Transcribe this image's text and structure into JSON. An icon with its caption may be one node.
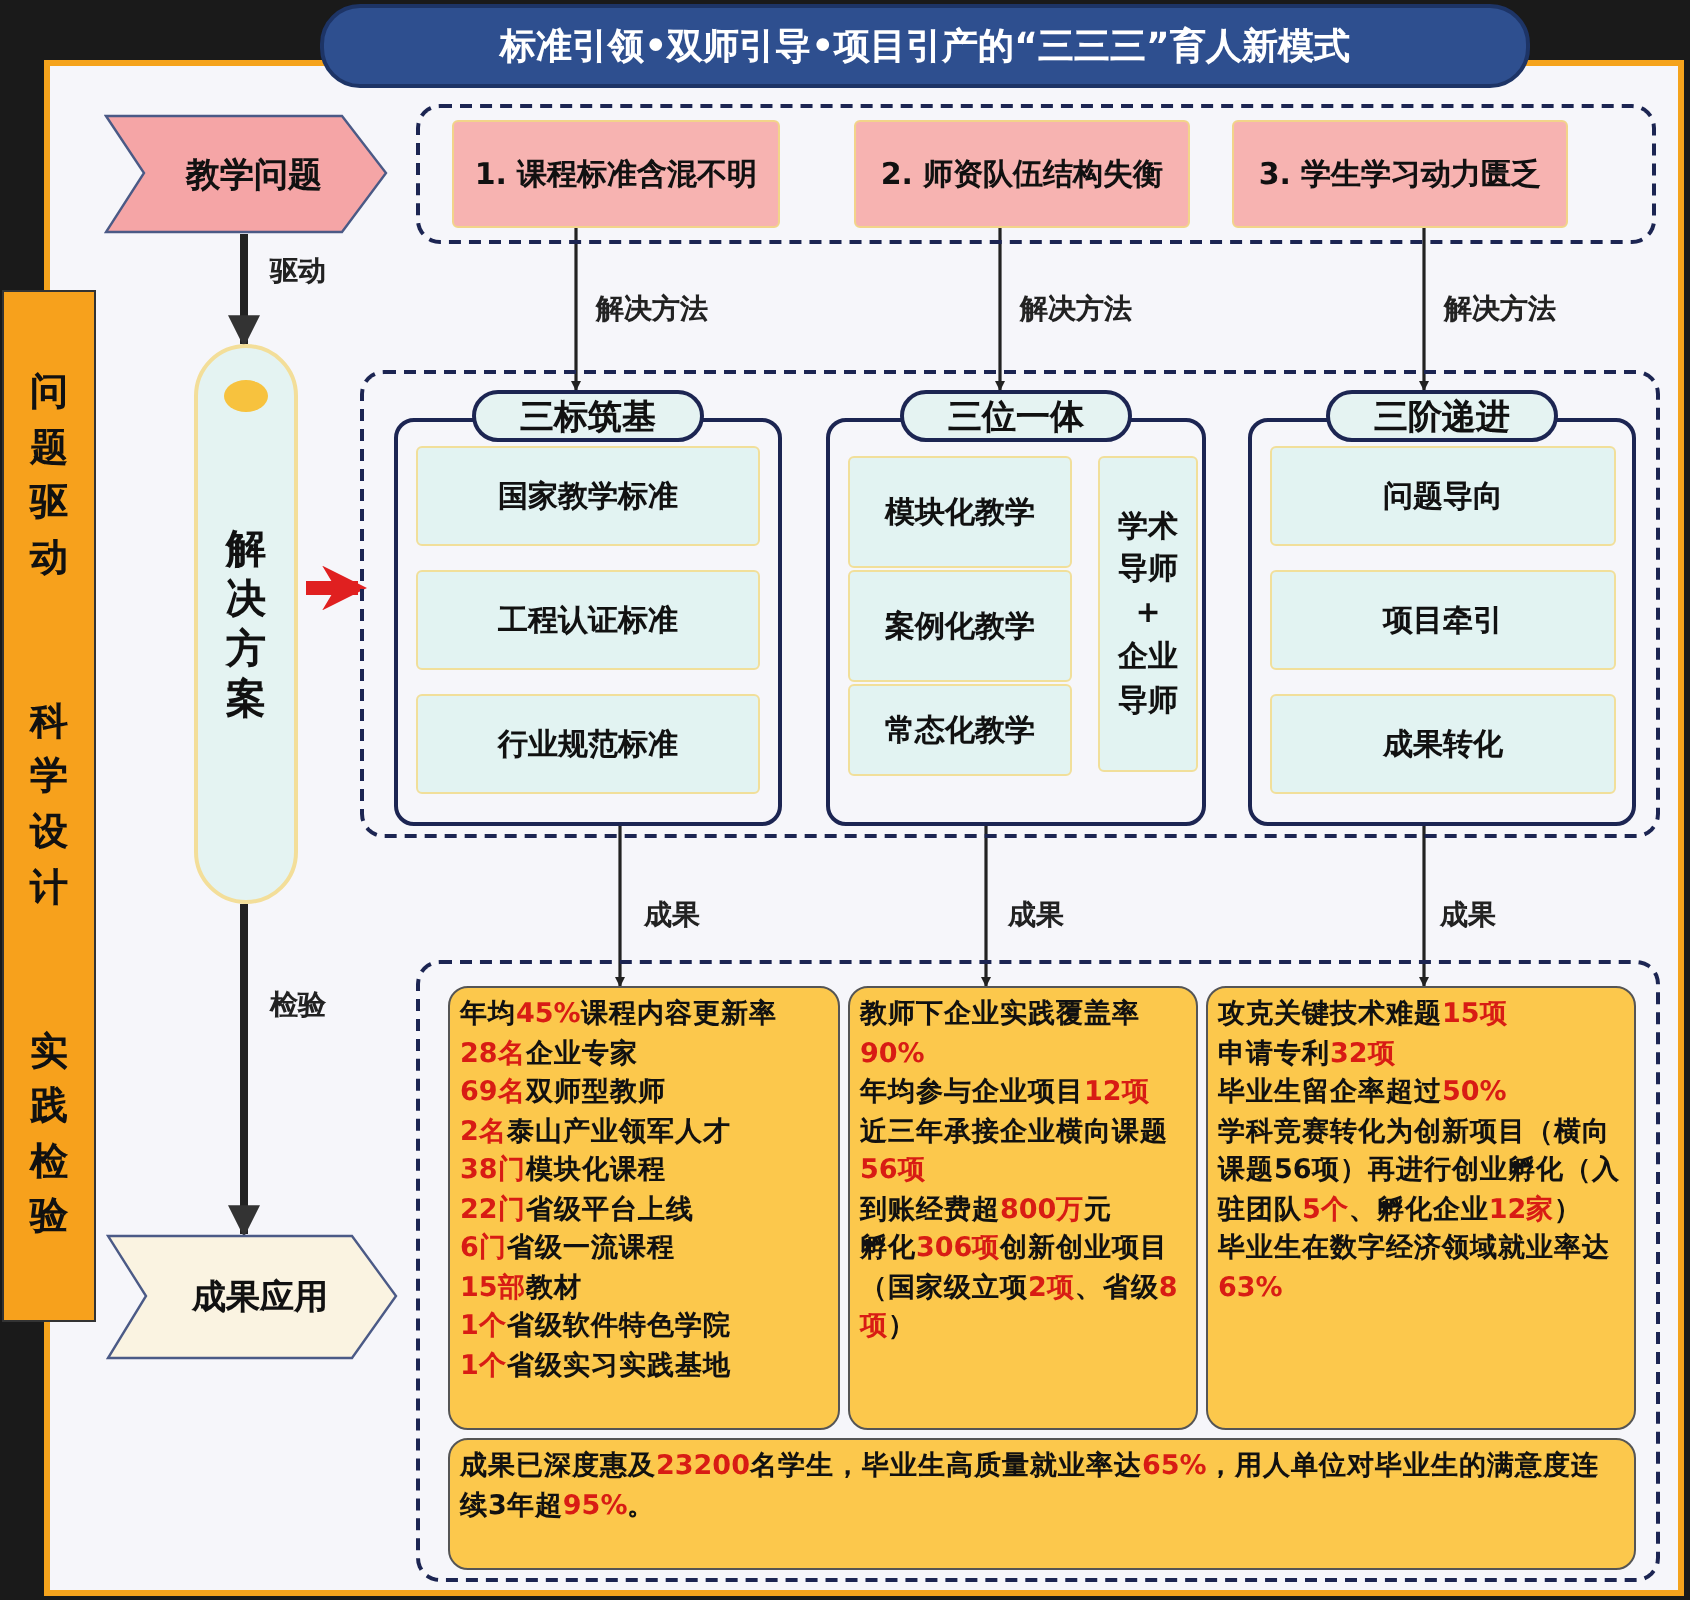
{
  "diagram": {
    "title": "标准引领•双师引导•项目引产的“三三三”育人新模式",
    "nodes": [
      {
        "text": [
          "教学问题"
        ]
      },
      {
        "text": [],
        "shape": "box"
      },
      {
        "text": [
          "1. 课程标准含混不明"
        ],
        "in": 1
      },
      {
        "text": [
          "2. 师资队伍结构失衡"
        ],
        "in": 1
      },
      {
        "text": [
          "3. 学生学习动力匮乏"
        ],
        "in": 1
      },
      {
        "text": [
          "解决方案"
        ]
      },
      {
        "text": [],
        "shape": "box"
      },
      {
        "text": [
          "三标筑基"
        ],
        "in": 6
      },
      {
        "text": [
          "国家教学标准"
        ],
        "in": 7
      },
      {
        "text": [
          "工程认证标准"
        ],
        "in": 7
      },
      {
        "text": [
          "行业规范标准"
        ],
        "in": 7
      },
      {
        "text": [
          "三位一体"
        ],
        "in": 6
      },
      {
        "text": [
          "模块化教学"
        ],
        "in": 11
      },
      {
        "text": [
          "案例化教学"
        ],
        "in": 11
      },
      {
        "text": [
          "常态化教学"
        ],
        "in": 11
      },
      {
        "text": [
          "学术导师",
          "+",
          "企业导师"
        ],
        "in": 11
      },
      {
        "text": [
          "三阶递进"
        ],
        "in": 6
      },
      {
        "text": [
          "问题导向"
        ],
        "in": 16
      },
      {
        "text": [
          "项目牵引"
        ],
        "in": 16
      },
      {
        "text": [
          "成果转化"
        ],
        "in": 16
      },
      {
        "text": [
          "成果应用"
        ]
      },
      {
        "text": [],
        "shape": "box"
      },
      {
        "text": [
          "年均**45%**课程内容更新率",
          "**28名**企业专家",
          "**69名**双师型教师",
          "**2名**泰山产业领军人才",
          "**38门**模块化课程",
          "**22门**省级平台上线",
          "**6门**省级一流课程",
          "**15部**教材",
          "**1个**省级软件特色学院",
          "**1个**省级实习实践基地"
        ],
        "in": 21
      },
      {
        "text": [
          "教师下企业实践覆盖率**90%**",
          "年均参与企业项目**12项**",
          "近三年承接企业横向课题**56项**",
          "到账经费超**800万**元",
          "孵化**306项**创新创业项目（国家级立项**2项**、省级**8项**）"
        ],
        "in": 21
      },
      {
        "text": [
          "攻克关键技术难题**15项**",
          "申请专利**32项**",
          "毕业生留企率超过**50%**",
          "学科竞赛转化为创新项目（横向课题56项）再进行创业孵化（入驻团队**5个**、孵化企业**12家**）",
          "毕业生在数字经济领域就业率达**63%**"
        ],
        "in": 21
      },
      {
        "text": [
          "成果已深度惠及**23200**名学生，毕业生高质量就业率达**65%**，用人单位对毕业生的满意度连续3年超**95%**。"
        ],
        "in": 21
      },
      {
        "text": [
          "问题驱动",
          "科学设计",
          "实践检验"
        ]
      }
    ],
    "edges": [
      {
        "from": 0,
        "to": 5,
        "arrow": "to",
        "label": "驱动",
        "style": "thick"
      },
      {
        "from": 5,
        "to": 20,
        "arrow": "to",
        "label": "检验",
        "style": "thick"
      },
      {
        "from": 5,
        "to": 6,
        "arrow": "to",
        "style": "thick",
        "color": "#e02020"
      },
      {
        "from": 2,
        "to": 7,
        "arrow": "to",
        "label": "解决方法"
      },
      {
        "from": 3,
        "to": 11,
        "arrow": "to",
        "label": "解决方法"
      },
      {
        "from": 4,
        "to": 16,
        "arrow": "to",
        "label": "解决方法"
      },
      {
        "from": 7,
        "to": 22,
        "arrow": "to",
        "label": "成果"
      },
      {
        "from": 11,
        "to": 23,
        "arrow": "to",
        "label": "成果"
      },
      {
        "from": 16,
        "to": 24,
        "arrow": "to",
        "label": "成果"
      }
    ]
  }
}
